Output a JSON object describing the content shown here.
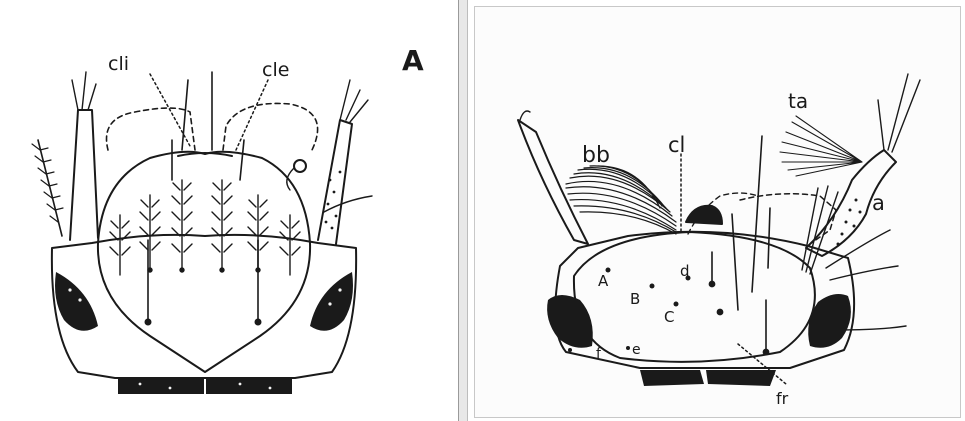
{
  "figure": {
    "panel_a": {
      "letter": "A",
      "labels": {
        "cli": "cli",
        "cle": "cle"
      }
    },
    "panel_b": {
      "labels": {
        "bb": "bb",
        "cl": "cl",
        "ta": "ta",
        "a": "a",
        "A": "A",
        "B": "B",
        "C": "C",
        "d": "d",
        "e": "e",
        "f": "f",
        "fr": "fr"
      }
    },
    "colors": {
      "ink": "#1a1a1a",
      "background": "#ffffff",
      "divider": "#9a9a9a"
    }
  }
}
